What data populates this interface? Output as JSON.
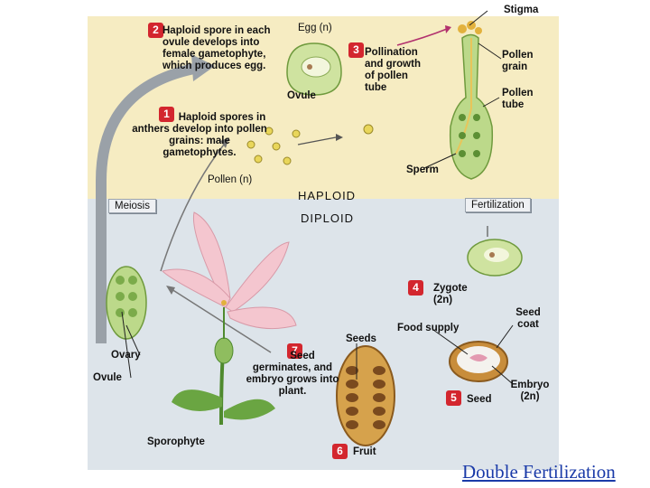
{
  "regions": {
    "haploid": "HAPLOID",
    "diploid": "DIPLOID"
  },
  "stages": {
    "s1": {
      "num": "1",
      "text": "Haploid spores in anthers develop into pollen grains: male gametophytes."
    },
    "s2": {
      "num": "2",
      "text": "Haploid spore in each ovule develops into female gametophyte, which produces egg."
    },
    "s3": {
      "num": "3",
      "text": "Pollination and growth of pollen tube"
    },
    "s4": {
      "num": "4",
      "text": "Zygote (2n)"
    },
    "s5": {
      "num": "5",
      "text": "Seed"
    },
    "s6": {
      "num": "6",
      "text": "Fruit"
    },
    "s7": {
      "num": "7",
      "text": "Seed germinates, and embryo grows into plant."
    }
  },
  "labels": {
    "egg": "Egg (n)",
    "ovule_top": "Ovule",
    "stigma": "Stigma",
    "pollen_grain": "Pollen grain",
    "pollen_tube": "Pollen tube",
    "sperm": "Sperm",
    "pollen": "Pollen (n)",
    "meiosis": "Meiosis",
    "fertilization": "Fertilization",
    "food_supply": "Food supply",
    "seed_coat": "Seed coat",
    "embryo": "Embryo (2n)",
    "seeds": "Seeds",
    "ovary": "Ovary",
    "ovule_bottom": "Ovule",
    "sporophyte": "Sporophyte"
  },
  "link": "Double Fertilization",
  "colors": {
    "stage_badge": "#d3262e",
    "haploid_bg": "#f6ecc2",
    "diploid_bg": "#dde4ea",
    "link": "#1a3aa8"
  }
}
